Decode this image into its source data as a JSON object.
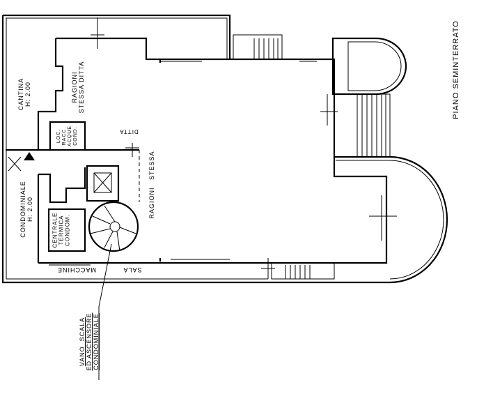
{
  "title": "PIANO SEMINTERRATO",
  "rooms": {
    "cantina": "CANTINA\nH: 2.00",
    "ragioni_ditta": "RAGIONI\nSTESSA DITTA",
    "loc_racc": "LOC.\nRACC.\nACQUE\nCOND.",
    "ditta": "DITTA",
    "ragioni_stessa": "RAGIONI   STESSA",
    "condominiale": "CONDOMINIALE\nH: 2.00",
    "centrale": "CENTRALE\nTERMICA\nCONDOM.",
    "macchine": "MACCHINE",
    "sala": "SALA"
  },
  "callout": "VANO  SCALA\nED ASCENSORE\nCONDOMINIALE"
}
